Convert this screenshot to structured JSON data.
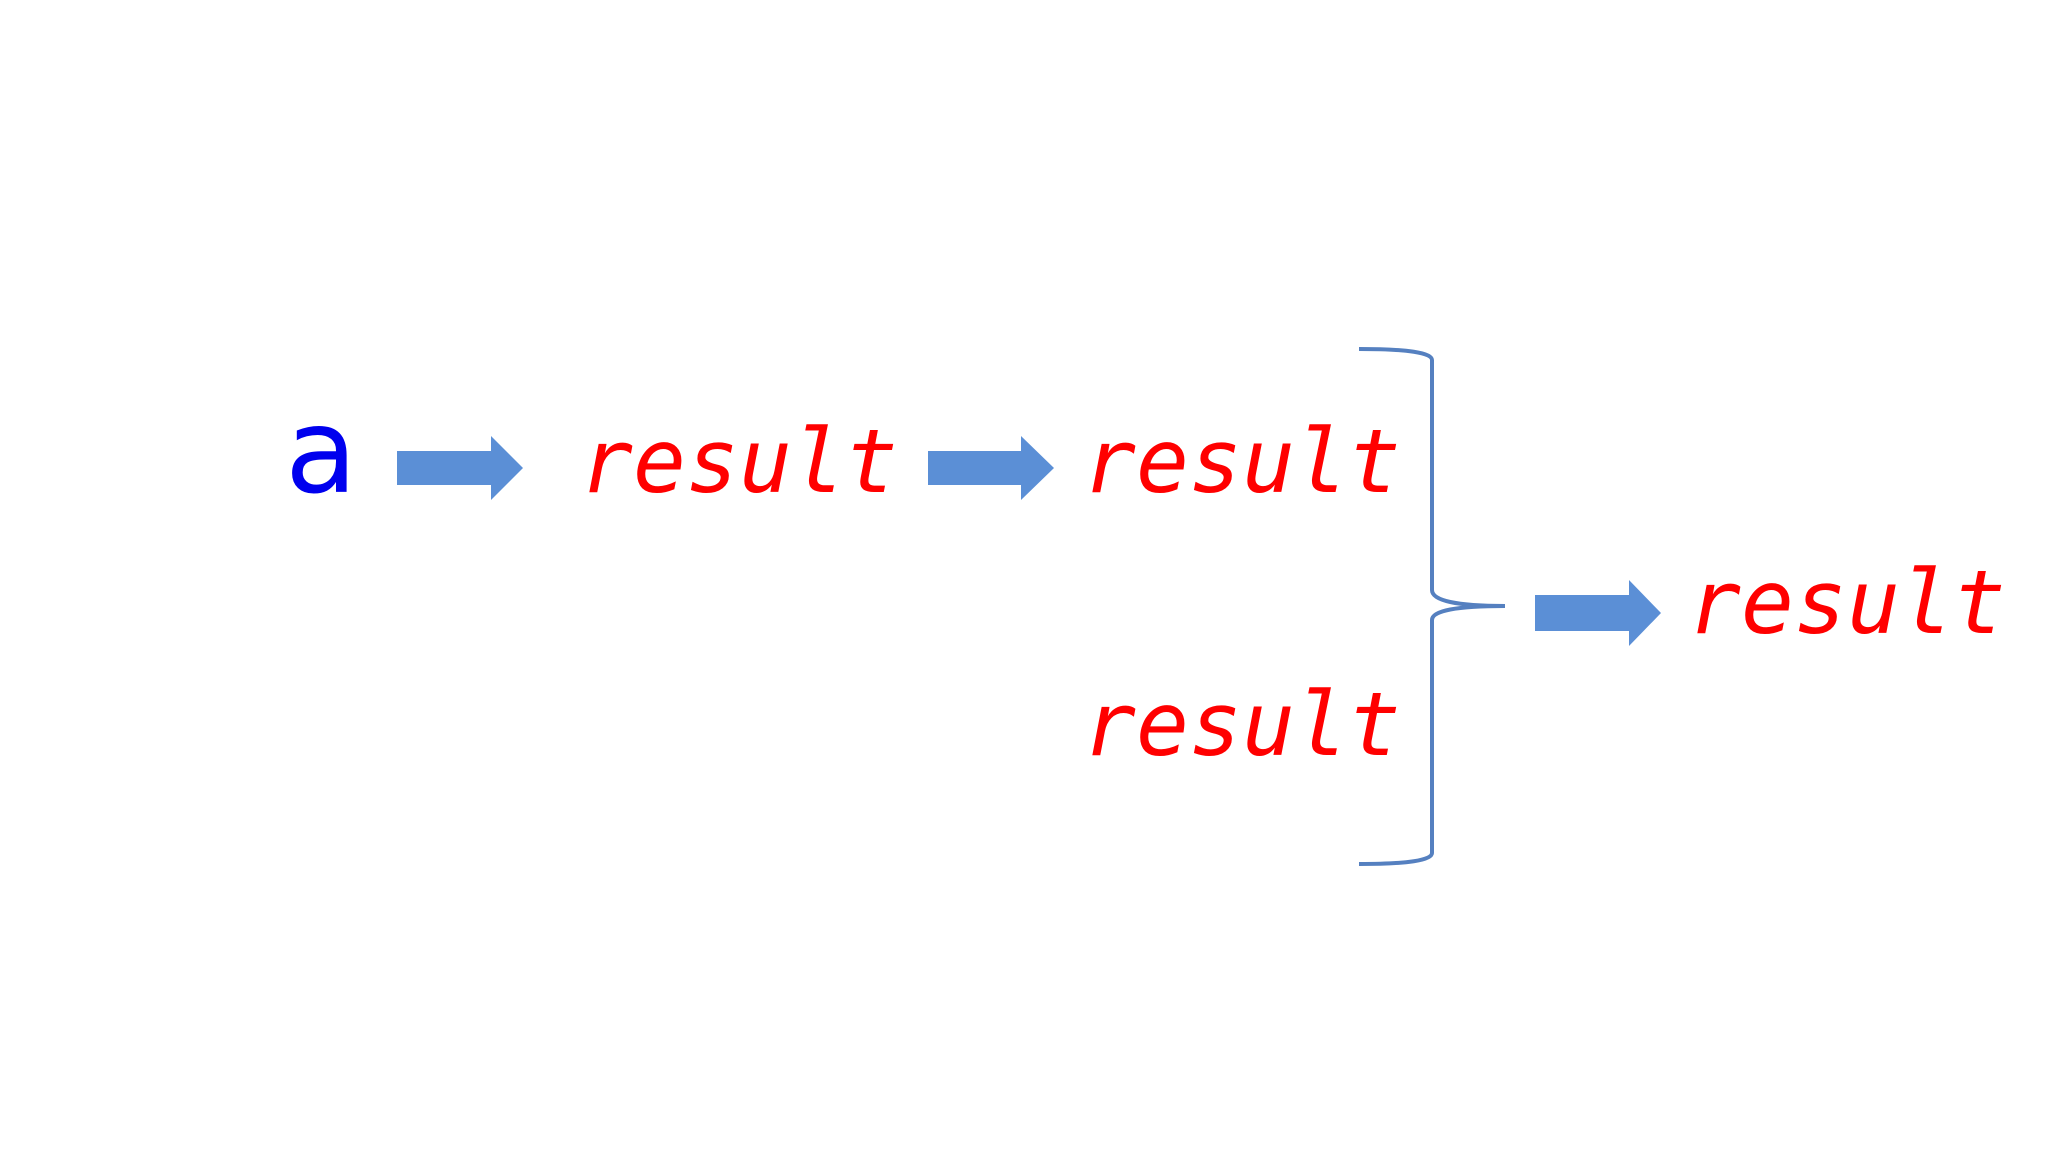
{
  "nodes": {
    "input": {
      "label": "a"
    },
    "step1": {
      "label": "result"
    },
    "step2": {
      "label": "result"
    },
    "step2_alt": {
      "label": "result"
    },
    "final": {
      "label": "result"
    }
  },
  "colors": {
    "input_text": "#0000ee",
    "result_text": "#ff0000",
    "arrow_fill": "#5b8fd6",
    "brace_stroke": "#5580c0",
    "background": "#ffffff"
  },
  "connectors": [
    {
      "from": "input",
      "to": "step1",
      "type": "block-arrow"
    },
    {
      "from": "step1",
      "to": "step2",
      "type": "block-arrow"
    },
    {
      "from": [
        "step2",
        "step2_alt"
      ],
      "to": "final",
      "type": "brace-then-block-arrow"
    }
  ]
}
